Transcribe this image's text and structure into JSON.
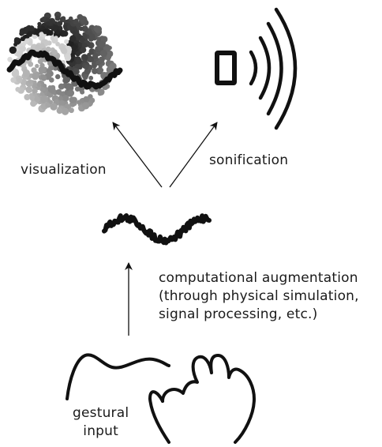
{
  "labels": {
    "visualization": "visualization",
    "sonification": "sonification",
    "augmentation": [
      "computational augmentation",
      "(through physical simulation,",
      "signal processing, etc.)"
    ],
    "gestural_input": [
      "gestural",
      "input"
    ]
  },
  "icons": {
    "visualization": "particle-swirl-icon",
    "sonification": "speaker-waves-icon",
    "augmented_gesture": "jagged-stroke-icon",
    "gesture": "hand-stroke-icon"
  },
  "colors": {
    "ink": "#111111",
    "background": "#ffffff"
  }
}
